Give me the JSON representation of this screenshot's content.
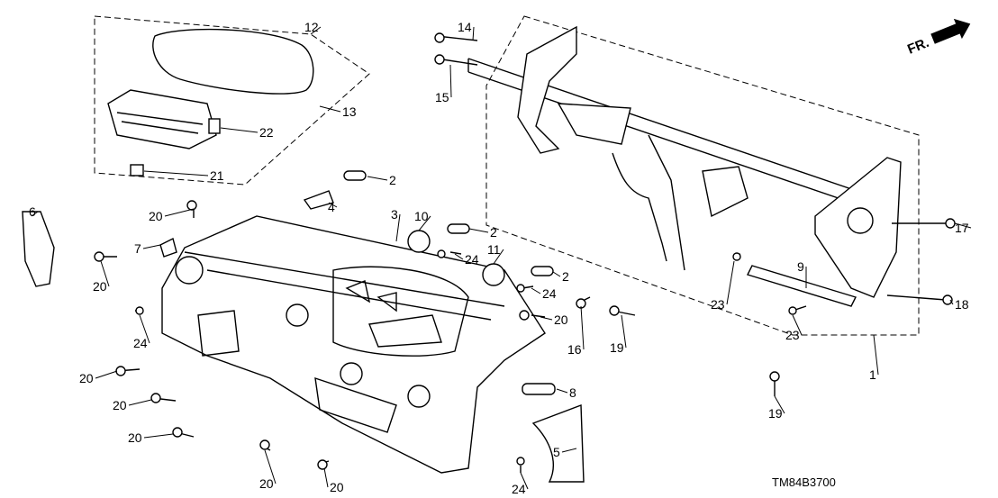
{
  "diagram": {
    "code": "TM84B3700",
    "front_arrow": "FR.",
    "callouts": [
      "12",
      "14",
      "15",
      "13",
      "22",
      "21",
      "2",
      "4",
      "20",
      "6",
      "3",
      "10",
      "2",
      "24",
      "11",
      "7",
      "2",
      "24",
      "20",
      "24",
      "20",
      "16",
      "19",
      "23",
      "9",
      "17",
      "18",
      "23",
      "1",
      "19",
      "8",
      "20",
      "20",
      "20",
      "20",
      "20",
      "24",
      "5"
    ],
    "colors": {
      "line": "#000000",
      "background": "#ffffff"
    }
  }
}
